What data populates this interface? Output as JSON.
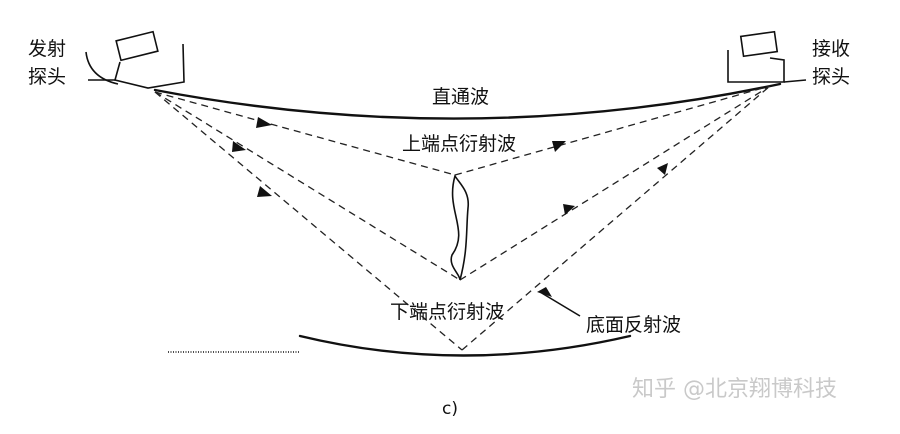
{
  "labels": {
    "transmitter_line1": "发射",
    "transmitter_line2": "探头",
    "receiver_line1": "接收",
    "receiver_line2": "探头",
    "direct_wave": "直通波",
    "upper_tip_wave": "上端点衍射波",
    "lower_tip_wave": "下端点衍射波",
    "backwall_wave": "底面反射波",
    "caption": "c)"
  },
  "watermark": "知乎 @北京翔博科技",
  "colors": {
    "line": "#111111",
    "watermark": "#c9c9c9",
    "background": "#ffffff"
  }
}
